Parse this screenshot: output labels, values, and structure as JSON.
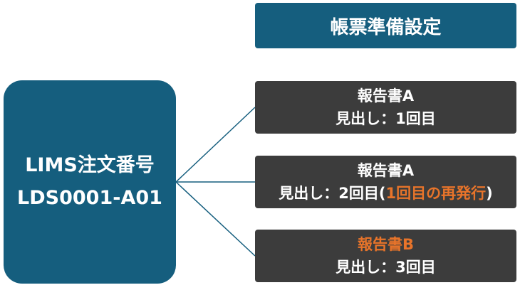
{
  "header": {
    "title": "帳票準備設定"
  },
  "source": {
    "line1": "LIMS注文番号",
    "line2": "LDS0001-A01"
  },
  "reports": [
    {
      "title": "報告書A",
      "heading": "見出し：1回目"
    },
    {
      "title": "報告書A",
      "heading": "見出し：2回目",
      "open_paren": "(",
      "note": "1回目の再発行",
      "close_paren": ")"
    },
    {
      "title": "報告書B",
      "heading": "見出し：3回目"
    }
  ],
  "colors": {
    "primary": "#155e7e",
    "dark": "#3c3c3c",
    "accent": "#e8742a",
    "line": "#155e7e"
  }
}
